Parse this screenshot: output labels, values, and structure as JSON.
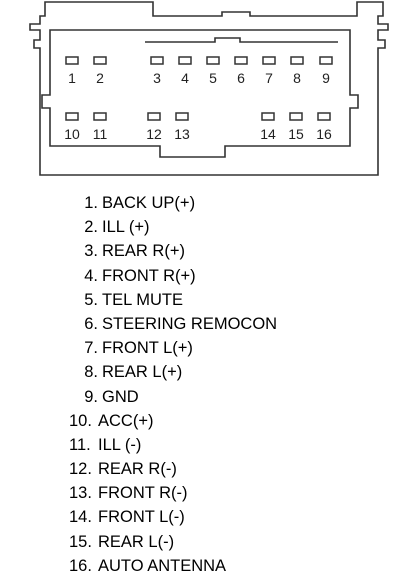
{
  "connector": {
    "top_row": [
      "1",
      "2",
      "3",
      "4",
      "5",
      "6",
      "7",
      "8",
      "9"
    ],
    "bottom_row": [
      "10",
      "11",
      "12",
      "13",
      "14",
      "15",
      "16"
    ]
  },
  "pins": [
    {
      "num": "1.",
      "label": "BACK UP(+)"
    },
    {
      "num": "2.",
      "label": "ILL (+)"
    },
    {
      "num": "3.",
      "label": "REAR R(+)"
    },
    {
      "num": "4.",
      "label": "FRONT R(+)"
    },
    {
      "num": "5.",
      "label": "TEL MUTE"
    },
    {
      "num": "6.",
      "label": "STEERING REMOCON"
    },
    {
      "num": "7.",
      "label": "FRONT L(+)"
    },
    {
      "num": "8.",
      "label": "REAR L(+)"
    },
    {
      "num": "9.",
      "label": "GND"
    },
    {
      "num": "10.",
      "label": "ACC(+)"
    },
    {
      "num": "11.",
      "label": "ILL (-)"
    },
    {
      "num": "12.",
      "label": "REAR R(-)"
    },
    {
      "num": "13.",
      "label": "FRONT R(-)"
    },
    {
      "num": "14.",
      "label": "FRONT L(-)"
    },
    {
      "num": "15.",
      "label": "REAR L(-)"
    },
    {
      "num": "16.",
      "label": "AUTO ANTENNA"
    }
  ]
}
